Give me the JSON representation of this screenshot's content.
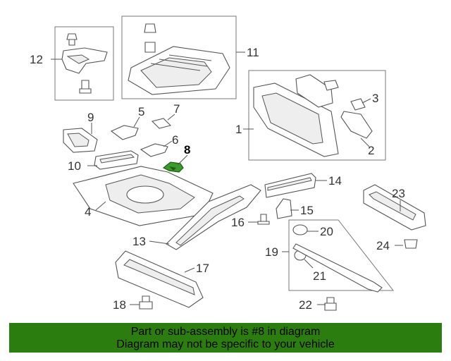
{
  "diagram": {
    "highlight_color": "#3a9a2a",
    "callouts": [
      {
        "id": "c1",
        "text": "1"
      },
      {
        "id": "c2",
        "text": "2"
      },
      {
        "id": "c3",
        "text": "3"
      },
      {
        "id": "c4",
        "text": "4"
      },
      {
        "id": "c5",
        "text": "5"
      },
      {
        "id": "c6",
        "text": "6"
      },
      {
        "id": "c7",
        "text": "7"
      },
      {
        "id": "c8",
        "text": "8"
      },
      {
        "id": "c9",
        "text": "9"
      },
      {
        "id": "c10",
        "text": "10"
      },
      {
        "id": "c11",
        "text": "11"
      },
      {
        "id": "c12",
        "text": "12"
      },
      {
        "id": "c13",
        "text": "13"
      },
      {
        "id": "c14",
        "text": "14"
      },
      {
        "id": "c15",
        "text": "15"
      },
      {
        "id": "c16",
        "text": "16"
      },
      {
        "id": "c17",
        "text": "17"
      },
      {
        "id": "c18",
        "text": "18"
      },
      {
        "id": "c19",
        "text": "19"
      },
      {
        "id": "c20",
        "text": "20"
      },
      {
        "id": "c21",
        "text": "21"
      },
      {
        "id": "c22",
        "text": "22"
      },
      {
        "id": "c23",
        "text": "23"
      },
      {
        "id": "c24",
        "text": "24"
      }
    ]
  },
  "banner": {
    "line1": "Part or sub-assembly is #8 in diagram",
    "line2": "Diagram may not be specific to your vehicle",
    "color": "#2b7d0f"
  }
}
